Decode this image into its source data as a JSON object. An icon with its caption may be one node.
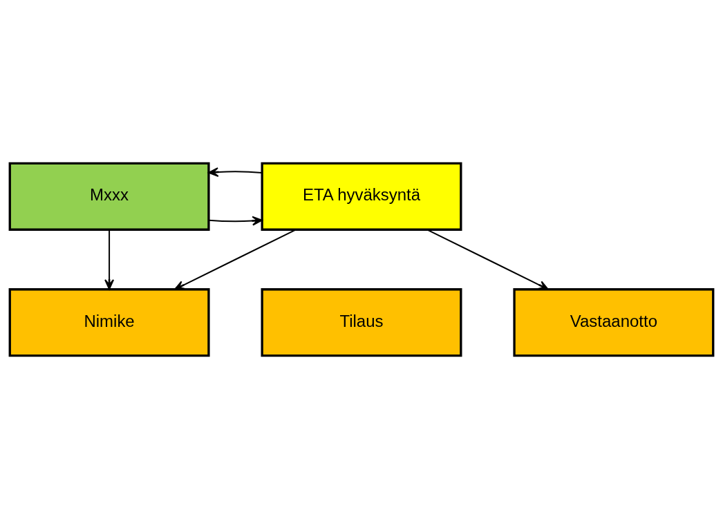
{
  "diagram": {
    "nodes": [
      {
        "text": [
          "Mxxx"
        ]
      },
      {
        "text": [
          "ETA hyväksyntä"
        ]
      },
      {
        "text": [
          "Nimike"
        ]
      },
      {
        "text": [
          "Tilaus"
        ]
      },
      {
        "text": [
          "Vastaanotto"
        ]
      }
    ],
    "edges": [
      {
        "from": 0,
        "to": 1,
        "arrow": "to"
      },
      {
        "from": 1,
        "to": 0,
        "arrow": "to"
      },
      {
        "from": 0,
        "to": 2,
        "arrow": "to"
      },
      {
        "from": 1,
        "to": 2,
        "arrow": "to"
      },
      {
        "from": 1,
        "to": 4,
        "arrow": "to"
      }
    ]
  }
}
